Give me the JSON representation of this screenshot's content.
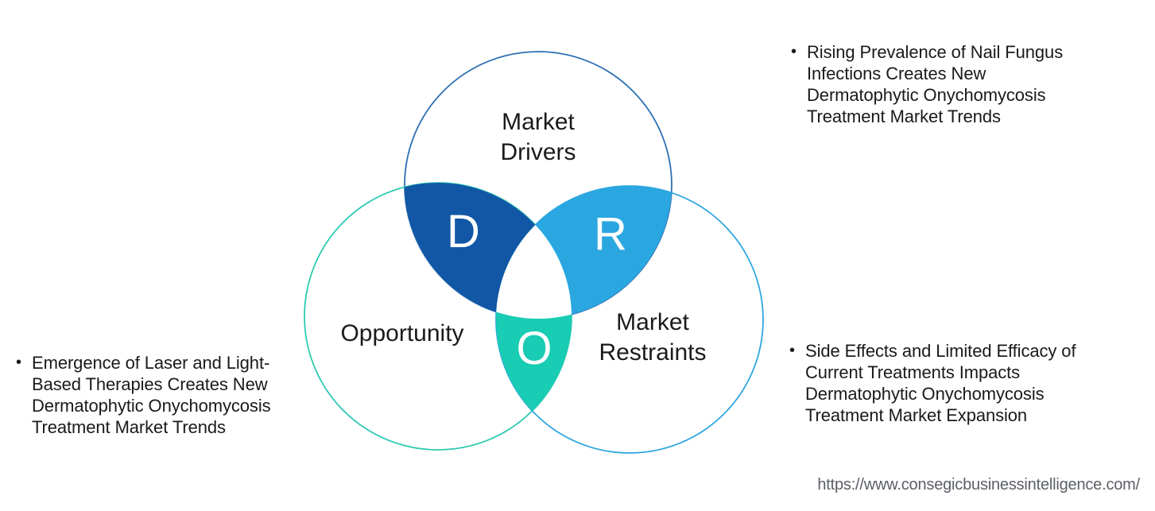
{
  "page": {
    "background": "#ffffff",
    "center_fill": "#ffffff"
  },
  "venn": {
    "drivers": {
      "label": "Market\nDrivers",
      "letter": "D",
      "outline_color": "#2d6fb3",
      "overlap_fill": "#1257a6"
    },
    "opportunity": {
      "label": "Opportunity",
      "letter": "O",
      "outline_color": "#2dcab1",
      "overlap_fill": "#19ccb4"
    },
    "restraints": {
      "label": "Market\nRestraints",
      "letter": "R",
      "outline_color": "#2ea7e0",
      "overlap_fill": "#2aa7e1"
    }
  },
  "annotations": {
    "drivers_note": {
      "marker": "•",
      "lines": "Rising Prevalence of Nail Fungus\nInfections Creates New\nDermatophytic Onychomycosis\nTreatment Market Trends"
    },
    "opportunity_note": {
      "marker": "•",
      "lines": "Emergence of Laser and Light-\nBased Therapies Creates New\nDermatophytic Onychomycosis\nTreatment Market Trends"
    },
    "restraints_note": {
      "marker": "•",
      "lines": "Side Effects and Limited Efficacy of\nCurrent Treatments Impacts\nDermatophytic Onychomycosis\nTreatment Market Expansion"
    }
  },
  "footer": {
    "source_url": "https://www.consegicbusinessintelligence.com/"
  }
}
